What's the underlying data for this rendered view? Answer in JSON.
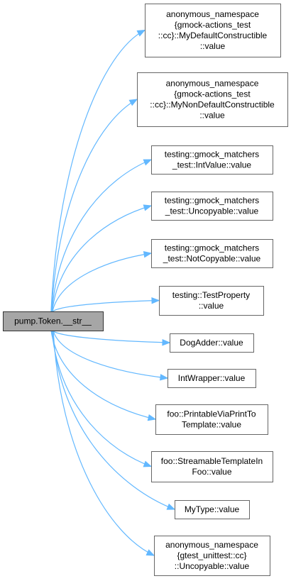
{
  "root": {
    "label": "pump.Token.__str__"
  },
  "targets": [
    {
      "lines": [
        "anonymous_namespace",
        "{gmock-actions_test",
        "::cc}::MyDefaultConstructible",
        "::value"
      ]
    },
    {
      "lines": [
        "anonymous_namespace",
        "{gmock-actions_test",
        "::cc}::MyNonDefaultConstructible",
        "::value"
      ]
    },
    {
      "lines": [
        "testing::gmock_matchers",
        "_test::IntValue::value"
      ]
    },
    {
      "lines": [
        "testing::gmock_matchers",
        "_test::Uncopyable::value"
      ]
    },
    {
      "lines": [
        "testing::gmock_matchers",
        "_test::NotCopyable::value"
      ]
    },
    {
      "lines": [
        "testing::TestProperty",
        "::value"
      ]
    },
    {
      "lines": [
        "DogAdder::value"
      ]
    },
    {
      "lines": [
        "IntWrapper::value"
      ]
    },
    {
      "lines": [
        "foo::PrintableViaPrintTo",
        "Template::value"
      ]
    },
    {
      "lines": [
        "foo::StreamableTemplateIn",
        "Foo::value"
      ]
    },
    {
      "lines": [
        "MyType::value"
      ]
    },
    {
      "lines": [
        "anonymous_namespace",
        "{gtest_unittest::cc}",
        "::Uncopyable::value"
      ]
    }
  ],
  "colors": {
    "edge": "#63b8ff",
    "root_fill": "#a6a6a6",
    "node_border": "#666666"
  }
}
